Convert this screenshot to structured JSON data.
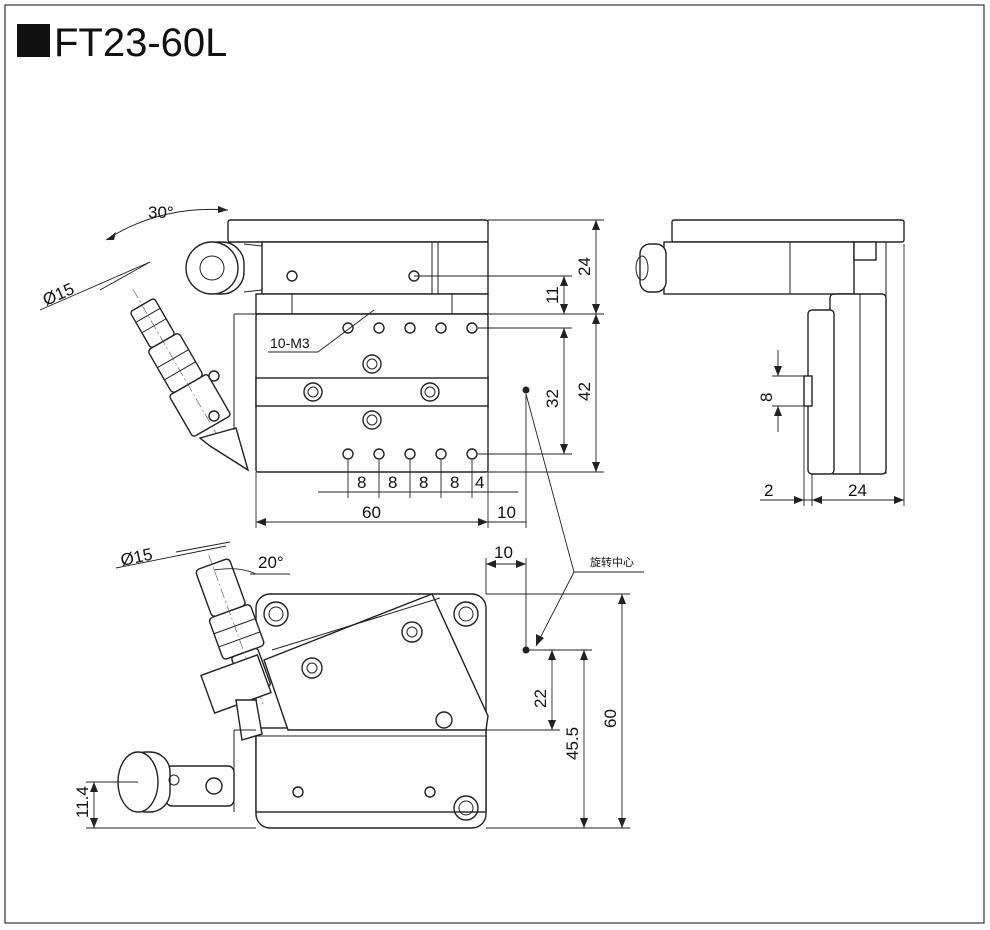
{
  "title": "FT23-60L",
  "dimensions": {
    "angle_tilt": "30°",
    "angle_front": "20°",
    "dia_top": "Ø15",
    "dia_front": "Ø15",
    "d24_top": "24",
    "d11": "11",
    "d42": "42",
    "d32": "32",
    "screw_spec": "10-M3",
    "pitch": [
      "8",
      "8",
      "8",
      "8",
      "4"
    ],
    "d60_width": "60",
    "d10_offset": "10",
    "d10_front": "10",
    "d8_side": "8",
    "d2_side": "2",
    "d24_side": "24",
    "d22": "22",
    "d45_5": "45.5",
    "d60_height": "60",
    "d11_4": "11.4"
  },
  "labels": {
    "rotation_center": "旋转中心"
  }
}
